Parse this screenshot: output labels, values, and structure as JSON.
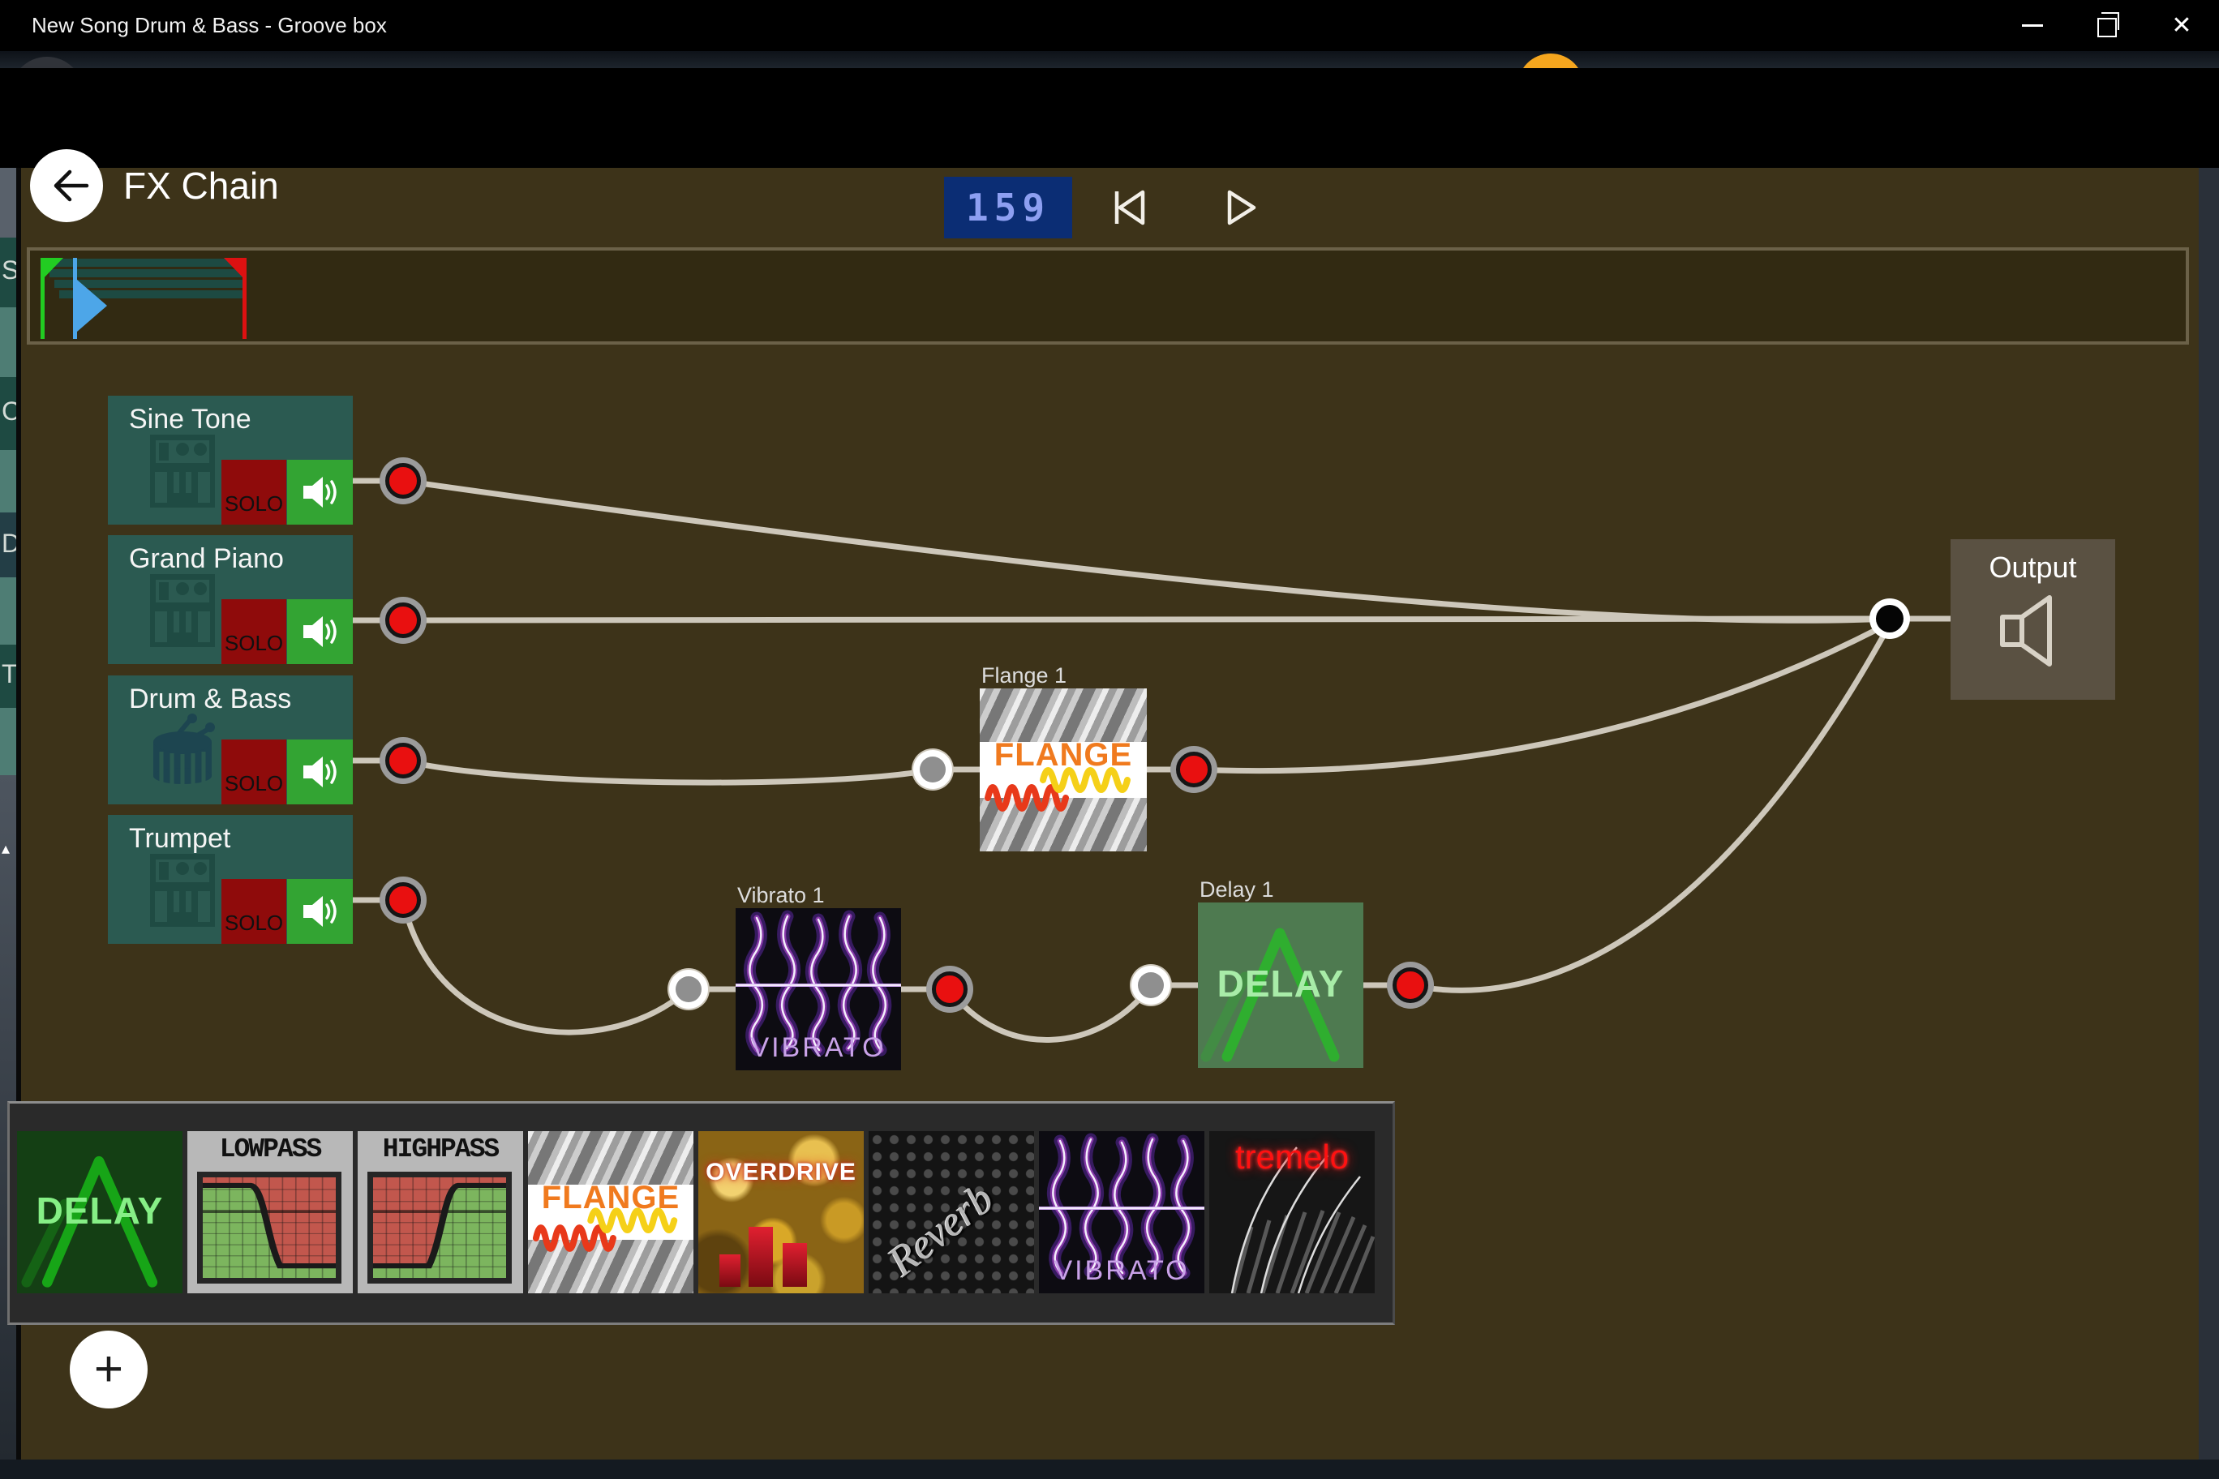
{
  "window": {
    "title": "New Song Drum & Bass - Groove box",
    "controls": {
      "minimize": "minimize",
      "restore": "restore-down",
      "close": "close"
    }
  },
  "icons": {
    "minimize_glyph": "–",
    "close_glyph": "✕",
    "back": "left-arrow",
    "skip_to_start": "skip-previous",
    "play": "play-outline",
    "speaker_on": "speaker-with-waves",
    "output_speaker": "speaker-outline",
    "add": "plus"
  },
  "header": {
    "title": "FX Chain"
  },
  "transport": {
    "bpm": "159"
  },
  "timeline": {
    "start_marker_color": "#22cc22",
    "playhead_color": "#4da6e8",
    "end_marker_color": "#dd1111",
    "clip_color": "#1d4a42"
  },
  "sidebar_peek": {
    "letters": [
      "S",
      "C",
      "D",
      "T"
    ],
    "caret": "▴"
  },
  "tracks": [
    {
      "name": "Sine Tone",
      "icon": "keyboard",
      "solo": "SOLO",
      "mute_state": "on"
    },
    {
      "name": "Grand Piano",
      "icon": "keyboard",
      "solo": "SOLO",
      "mute_state": "on"
    },
    {
      "name": "Drum & Bass",
      "icon": "drum",
      "solo": "SOLO",
      "mute_state": "on"
    },
    {
      "name": "Trumpet",
      "icon": "keyboard",
      "solo": "SOLO",
      "mute_state": "on"
    }
  ],
  "graph": {
    "fx": [
      {
        "label": "Flange 1",
        "art": "FLANGE"
      },
      {
        "label": "Vibrato 1",
        "art": "VIBRATO"
      },
      {
        "label": "Delay 1",
        "art": "DELAY"
      }
    ],
    "output": {
      "label": "Output"
    }
  },
  "palette": {
    "tiles": [
      {
        "label": "DELAY"
      },
      {
        "label": "LOWPASS"
      },
      {
        "label": "HIGHPASS"
      },
      {
        "label": "FLANGE"
      },
      {
        "label": "OVERDRIVE"
      },
      {
        "label": "Reverb"
      },
      {
        "label": "VIBRATO"
      },
      {
        "label": "tremelo"
      }
    ]
  },
  "fab": {
    "label": "+"
  },
  "colors": {
    "canvas_bg": "#3d3319",
    "node_teal": "#2b5a51",
    "node_icon_teal": "#1f4b43",
    "solo_red": "#8f0b0b",
    "speaker_green": "#33a433",
    "wire": "#cdc7ba",
    "connector_red": "#e91010",
    "connector_gray": "#8f8f8f",
    "bpm_bg": "#0b2d74",
    "bpm_digits": "#8d9ff1",
    "output_box": "#5a5142",
    "palette_bg": "#2a2a2a",
    "titlebar_bg": "#000000"
  }
}
